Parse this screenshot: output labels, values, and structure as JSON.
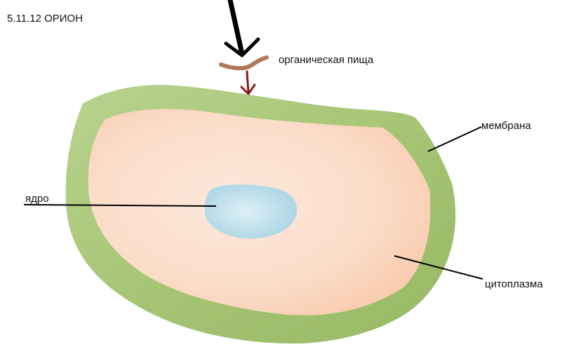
{
  "title": "5.11.12 ОРИОН",
  "labels": {
    "food": "органическая пища",
    "membrane": "мембрана",
    "nucleus": "ядро",
    "cytoplasm": "цитоплазма"
  },
  "colors": {
    "membrane": "#a9c878",
    "cytoplasm": "#fbd9c5",
    "nucleus": "#bfe0ea",
    "food": "#b07a5a",
    "small_arrow": "#8a1a1a",
    "big_arrow": "#000000"
  }
}
